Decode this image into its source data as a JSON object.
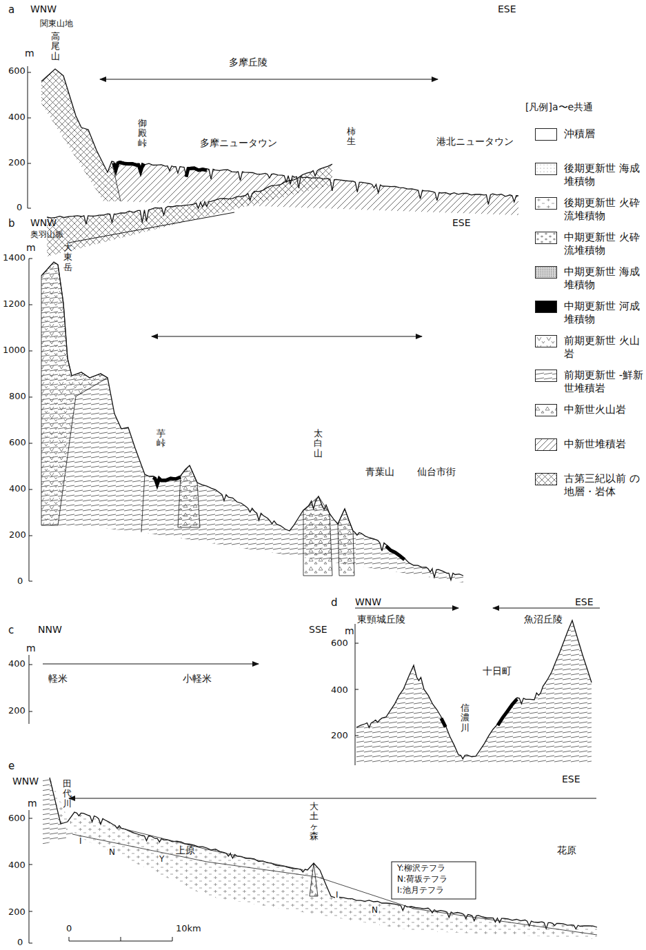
{
  "diagram": {
    "labels": [
      "a",
      "WNW",
      "ESE",
      "関東山地",
      "高尾山",
      "m",
      "600",
      "400",
      "200",
      "0",
      "多摩丘陵",
      "御殿峠",
      "多摩ニュータウン",
      "柿生",
      "港北ニュータウン",
      "b",
      "WNW",
      "ESE",
      "奥羽山脈",
      "大東岳",
      "m",
      "1400",
      "1200",
      "1000",
      "800",
      "600",
      "400",
      "200",
      "0",
      "芋峠",
      "太白山",
      "青葉山",
      "仙台市街",
      "c",
      "NNW",
      "SSE",
      "m",
      "400",
      "200",
      "軽米",
      "小軽米",
      "d",
      "WNW",
      "ESE",
      "東頸城丘陵",
      "魚沼丘陵",
      "m",
      "600",
      "400",
      "200",
      "十日町",
      "信濃川",
      "e",
      "WNW",
      "ESE",
      "m",
      "600",
      "400",
      "200",
      "0",
      "田代川",
      "I",
      "N",
      "上原",
      "Y",
      "大土ヶ森",
      "I",
      "N",
      "花原",
      "Y:柳沢テフラ",
      "N:荷坂テフラ",
      "I:池月テフラ",
      "0",
      "10km",
      "[凡例]a〜e共通"
    ],
    "legend": [
      {
        "text": "沖積層",
        "color": "#ffffff"
      },
      {
        "text": "後期更新世 海成堆積物"
      },
      {
        "text": "後期更新世 火砕流堆積物"
      },
      {
        "text": "中期更新世 火砕流堆積物"
      },
      {
        "text": "中期更新世 海成堆積物"
      },
      {
        "text": "中期更新世 河成堆積物",
        "color": "#000000"
      },
      {
        "text": "前期更新世 火山岩"
      },
      {
        "text": "前期更新世 -鮮新世堆積岩"
      },
      {
        "text": "中新世火山岩"
      },
      {
        "text": "中新世堆積岩"
      },
      {
        "text": "古第三紀以前 の地層・岩体"
      }
    ]
  }
}
